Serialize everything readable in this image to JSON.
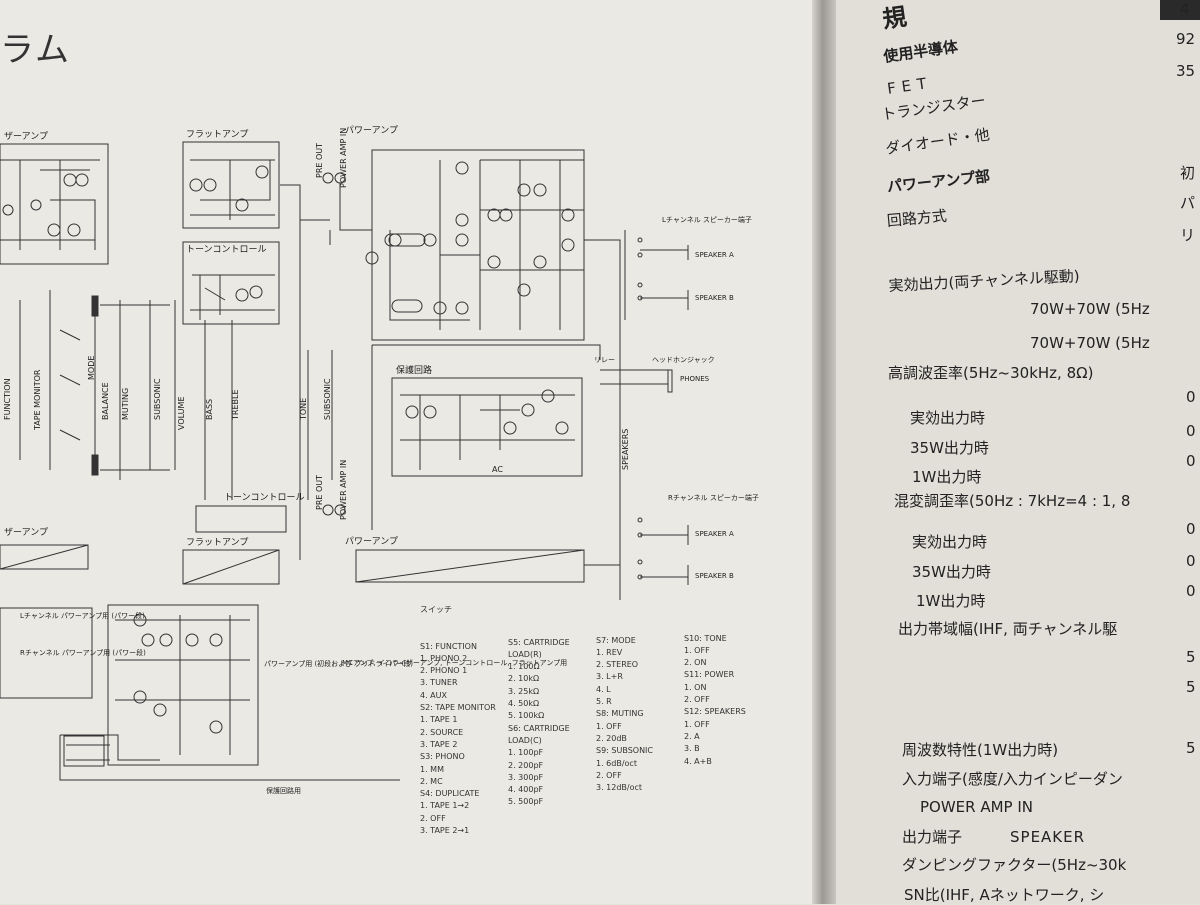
{
  "left_page": {
    "title": "ラム",
    "section_labels": {
      "equalizer_amp": "ザーアンプ",
      "flat_amp": "フラットアンプ",
      "power_amp": "パワーアンプ",
      "tone_control": "トーンコントロール",
      "pre_out": "PRE OUT",
      "power_amp_in": "POWER AMP IN",
      "protection": "保護回路",
      "relay": "リレー",
      "headphone_jack": "ヘッドホンジャック",
      "phones": "PHONES",
      "l_speaker_terminal": "Lチャンネル スピーカー端子",
      "r_speaker_terminal": "Rチャンネル スピーカー端子",
      "speaker_a": "SPEAKER A",
      "speaker_b": "SPEAKER B",
      "ac": "AC",
      "ps_l": "Lチャンネル パワーアンプ用 (パワー段)",
      "ps_r": "Rチャンネル パワーアンプ用 (パワー段)",
      "ps_power_amp": "パワーアンプ用 (初段および プリドライバー段)",
      "ps_mc_amp": "MCアンプ, イコライザーアンプ, トーンコントロール, フラットアンプ用",
      "ps_protection": "保護回路用"
    },
    "controls": [
      "FUNCTION",
      "TAPE MONITOR",
      "MODE",
      "BALANCE",
      "MUTING",
      "SUBSONIC",
      "VOLUME",
      "BASS",
      "TREBLE",
      "TONE",
      "SUBSONIC",
      "SPEAKERS"
    ],
    "switch_legend_title": "スイッチ",
    "switch_legend": [
      [
        "S1: FUNCTION",
        "1. PHONO 2",
        "2. PHONO 1",
        "3. TUNER",
        "4. AUX",
        "S2: TAPE MONITOR",
        "1. TAPE 1",
        "2. SOURCE",
        "3. TAPE 2",
        "S3: PHONO",
        "1. MM",
        "2. MC",
        "S4: DUPLICATE",
        "1. TAPE 1→2",
        "2. OFF",
        "3. TAPE 2→1"
      ],
      [
        "S5: CARTRIDGE",
        "LOAD(R)",
        "1. 100Ω",
        "2. 10kΩ",
        "3. 25kΩ",
        "4. 50kΩ",
        "5. 100kΩ",
        "S6: CARTRIDGE",
        "LOAD(C)",
        "1. 100pF",
        "2. 200pF",
        "3. 300pF",
        "4. 400pF",
        "5. 500pF"
      ],
      [
        "S7: MODE",
        "1. REV",
        "2. STEREO",
        "3. L+R",
        "4. L",
        "5. R",
        "S8: MUTING",
        "1. OFF",
        "2. 20dB",
        "S9: SUBSONIC",
        "1. 6dB/oct",
        "2. OFF",
        "3. 12dB/oct"
      ],
      [
        "S10: TONE",
        "1. OFF",
        "2. ON",
        "S11: POWER",
        "1. ON",
        "2. OFF",
        "S12: SPEAKERS",
        "1. OFF",
        "2. A",
        "3. B",
        "4. A+B"
      ]
    ]
  },
  "right_page": {
    "lines": [
      "規",
      "使用半導体",
      "FET",
      "トランジスター",
      "ダイオード・他",
      "パワーアンプ部",
      "回路方式",
      "実効出力(両チャンネル駆動)",
      "70W+70W (5Hz",
      "70W+70W (5Hz",
      "高調波歪率(5Hz~30kHz, 8Ω)",
      "実効出力時",
      "35W出力時",
      "1W出力時",
      "混変調歪率(50Hz : 7kHz=4 : 1, 8",
      "実効出力時",
      "35W出力時",
      "1W出力時",
      "出力帯域幅(IHF, 両チャンネル駆",
      "周波数特性(1W出力時)",
      "入力端子(感度/入力インピーダン",
      "POWER AMP IN",
      "出力端子",
      "SPEAKER",
      "ダンピングファクター(5Hz~30k",
      "SN比(IHF, Aネットワーク, シ"
    ],
    "values": [
      "4",
      "92",
      "35",
      "初",
      "パ",
      "リ",
      "0",
      "0",
      "0",
      "0",
      "0",
      "0",
      "5",
      "5",
      "5"
    ]
  }
}
